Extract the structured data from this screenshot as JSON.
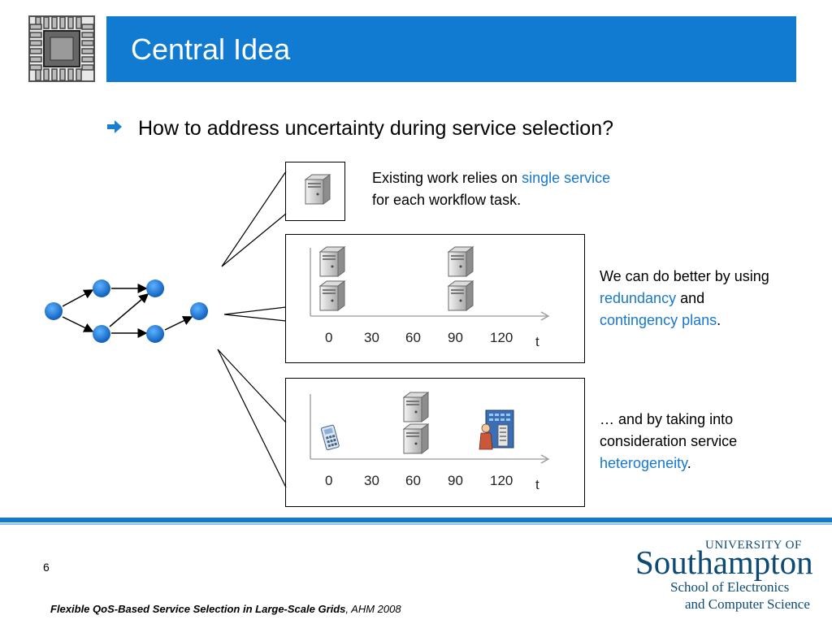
{
  "slide": {
    "title": "Central Idea",
    "bullet": "How to address uncertainty during service selection?",
    "page_number": "6"
  },
  "notes": {
    "single": {
      "pre": "Existing work relies on ",
      "highlight": "single service",
      "post": "for each workflow task."
    },
    "redundancy": {
      "pre": "We can do better by using ",
      "highlight1": "redundancy",
      "mid": " and",
      "highlight2": "contingency plans",
      "post": "."
    },
    "heterogeneity": {
      "pre": "… and by taking into consideration service",
      "highlight": "heterogeneity",
      "post": "."
    }
  },
  "timeline": {
    "ticks": [
      "0",
      "30",
      "60",
      "90",
      "120"
    ],
    "axis_label": "t"
  },
  "footer": {
    "citation_title": "Flexible QoS-Based Service Selection in Large-Scale Grids",
    "citation_venue": ", AHM 2008",
    "uni_line1": "UNIVERSITY OF",
    "uni_line2": "Southampton",
    "uni_line3": "School of Electronics",
    "uni_line4": "and Computer Science"
  },
  "colors": {
    "accent": "#117bd2",
    "highlight": "#1678cf",
    "node": "#1e82e0"
  }
}
